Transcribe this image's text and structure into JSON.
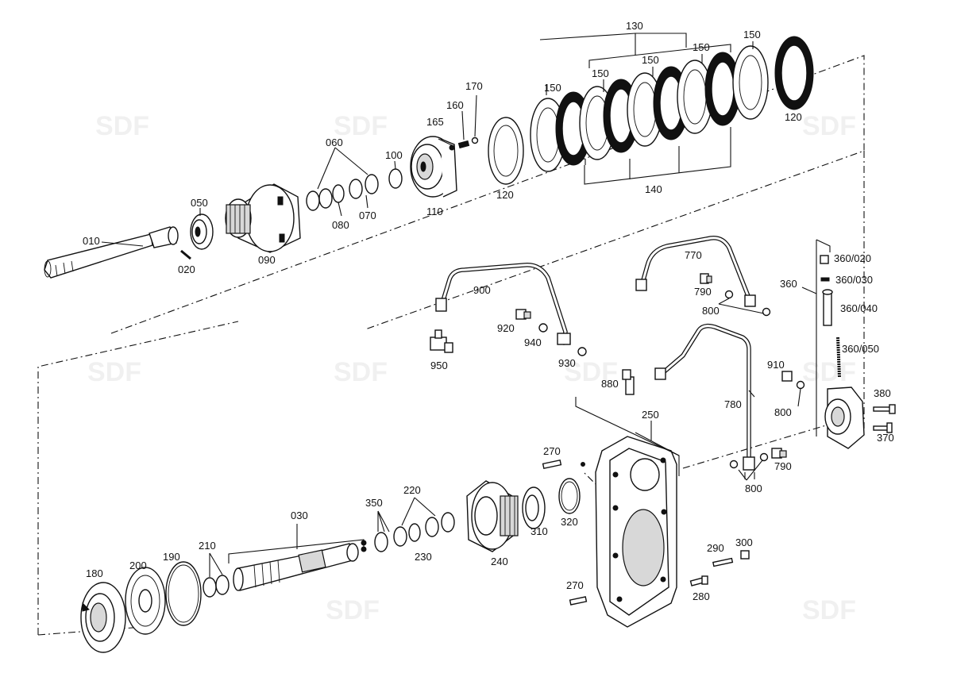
{
  "watermark": "SDF",
  "labels": {
    "l010": "010",
    "l020": "020",
    "l030": "030",
    "l050": "050",
    "l060": "060",
    "l070": "070",
    "l080": "080",
    "l090": "090",
    "l100": "100",
    "l110": "110",
    "l120a": "120",
    "l120b": "120",
    "l130": "130",
    "l140": "140",
    "l150a": "150",
    "l150b": "150",
    "l150c": "150",
    "l150d": "150",
    "l150e": "150",
    "l160": "160",
    "l165": "165",
    "l170": "170",
    "l180": "180",
    "l190": "190",
    "l200": "200",
    "l210": "210",
    "l220": "220",
    "l230": "230",
    "l240": "240",
    "l250": "250",
    "l270a": "270",
    "l270b": "270",
    "l280": "280",
    "l290": "290",
    "l300": "300",
    "l310": "310",
    "l320": "320",
    "l350": "350",
    "l360": "360",
    "l360_020": "360/020",
    "l360_030": "360/030",
    "l360_040": "360/040",
    "l360_050": "360/050",
    "l370": "370",
    "l380": "380",
    "l770": "770",
    "l780": "780",
    "l790a": "790",
    "l790b": "790",
    "l800a": "800",
    "l800b": "800",
    "l800c": "800",
    "l880": "880",
    "l900": "900",
    "l910": "910",
    "l920": "920",
    "l930": "930",
    "l940": "940",
    "l950": "950"
  }
}
